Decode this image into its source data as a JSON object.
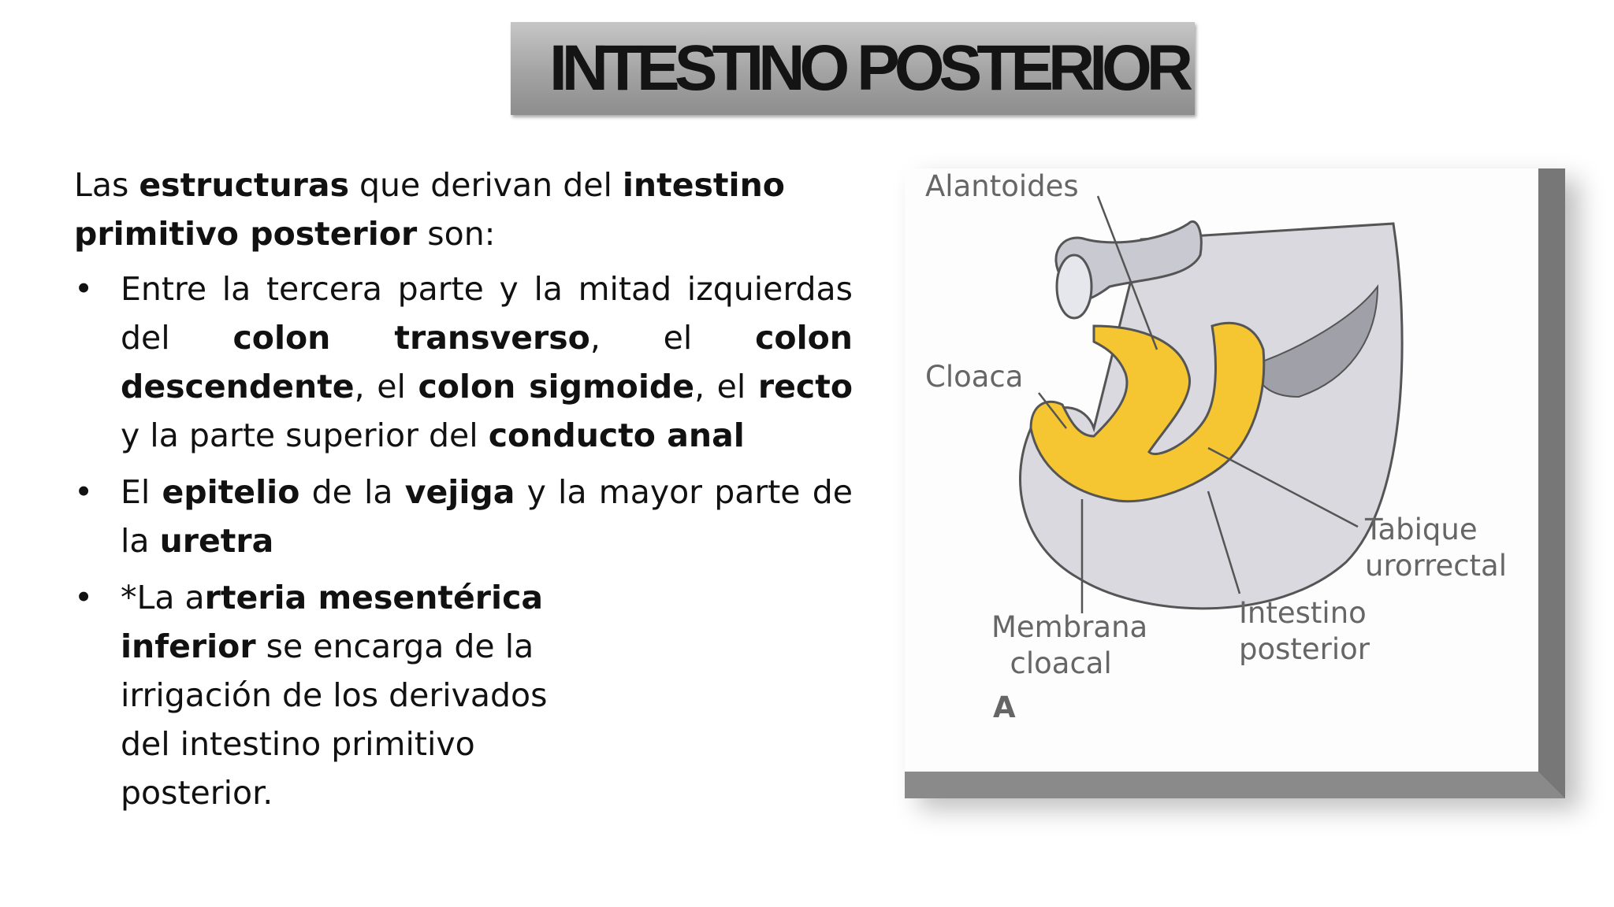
{
  "title": "INTESTINO POSTERIOR",
  "intro": {
    "t1": "Las ",
    "b1": "estructuras",
    "t2": " que derivan del ",
    "b2": "intestino primitivo posterior",
    "t3": " son:"
  },
  "bullets": [
    {
      "bullet": "•",
      "t1": "Entre la tercera parte y la mitad izquierdas del ",
      "b1": "colon transverso",
      "t2": ", el ",
      "b2": "colon  descendente",
      "t3": ", el ",
      "b3": "colon sigmoide",
      "t4": ", el ",
      "b4": "recto",
      "t5": " y la parte superior del ",
      "b5": "conducto anal"
    },
    {
      "bullet": "•",
      "t1": "El ",
      "b1": "epitelio",
      "t2": " de la ",
      "b2": "vejiga",
      "t3": " y la mayor parte de la ",
      "b3": "uretra"
    },
    {
      "bullet": "•",
      "t1": "*La a",
      "b1": "rteria mesentérica inferior",
      "t2": " se encarga de la irrigación de los derivados del intestino primitivo posterior."
    }
  ],
  "figure": {
    "labels": {
      "alantoides": "Alantoides",
      "cloaca": "Cloaca",
      "tabique": "Tabique\nurorrectal",
      "intestino": "Intestino\nposterior",
      "membrana": "Membrana\n  cloacal",
      "panel": "A"
    },
    "colors": {
      "yellow": "#f5c632",
      "gray_light": "#d9d9df",
      "gray_dark": "#a0a0a8"
    }
  }
}
